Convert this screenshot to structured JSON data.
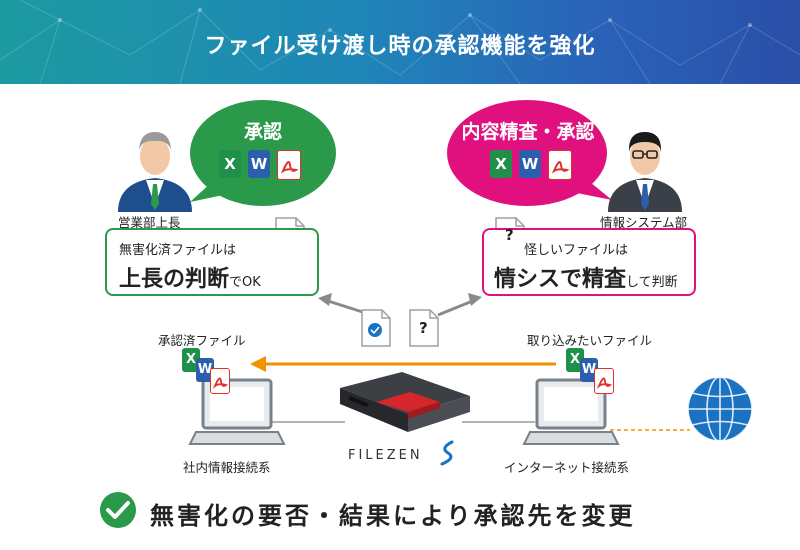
{
  "header": {
    "title": "ファイル受け渡し時の承認機能を強化"
  },
  "left_person": {
    "bubble_title": "承認",
    "role": "営業部上長"
  },
  "right_person": {
    "bubble_title": "内容精査・承認",
    "role": "情報システム部"
  },
  "left_box": {
    "small": "無害化済ファイルは",
    "big": "上長の判断",
    "suffix": "でOK"
  },
  "right_box": {
    "small": "怪しいファイルは",
    "big": "情シスで精査",
    "suffix": "して判断"
  },
  "file_icons": [
    "X",
    "W"
  ],
  "approved_files_label": "承認済ファイル",
  "import_files_label": "取り込みたいファイル",
  "internal_network_label": "社内情報接続系",
  "internet_network_label": "インターネット接続系",
  "device_logo": "FILEZEN",
  "unknown_file_mark": "?",
  "bottom_text": "無害化の要否・結果により承認先を変更",
  "colors": {
    "green": "#2a9a4a",
    "pink": "#e0117f",
    "orange": "#f29200",
    "excel": "#1f8f4a",
    "word": "#2b5fad",
    "pdf": "#e0312b",
    "header_start": "#1c9aa0",
    "header_end": "#2a4fa8"
  }
}
